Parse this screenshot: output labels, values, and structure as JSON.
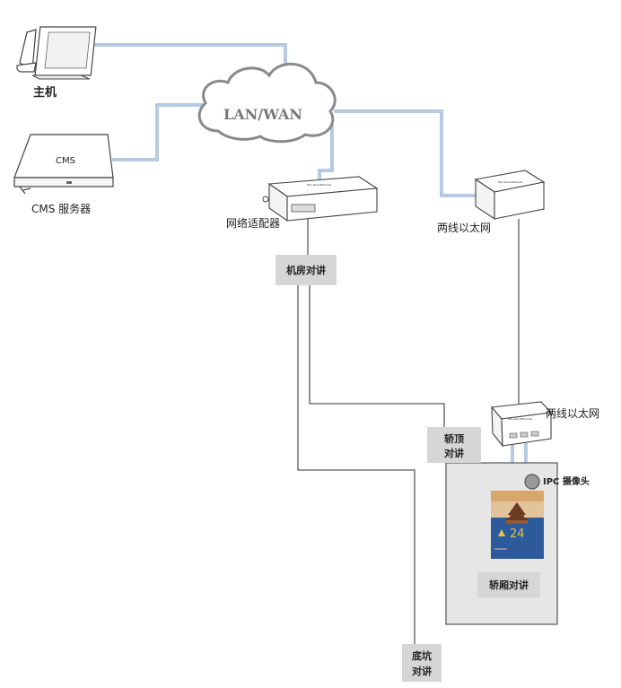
{
  "nodes": {
    "host": {
      "label": "主机"
    },
    "cms": {
      "label": "CMS 服务器",
      "device_text": "CMS"
    },
    "cloud": {
      "label": "LAN/WAN"
    },
    "adapter": {
      "label": "网络适配器",
      "device_text": "Two-wire Ethernet"
    },
    "ethernet_top": {
      "label": "两线以太网",
      "device_text": "Two-wire Ethernet"
    },
    "ethernet_bottom": {
      "label": "两线以太网",
      "device_text": "Two-wire Ethernet"
    },
    "machine_room": {
      "label": "机房对讲"
    },
    "car_top": {
      "label_line1": "轿顶",
      "label_line2": "对讲"
    },
    "ipc_camera": {
      "label": "IPC 摄像头"
    },
    "car_intercom": {
      "label": "轿厢对讲"
    },
    "pit": {
      "label_line1": "底坑",
      "label_line2": "对讲"
    },
    "screen": {
      "floor_number": "24"
    }
  },
  "colors": {
    "network_link": "#6f94c8",
    "cable": "#555555",
    "label_box": "#d6d6d6",
    "car_box": "#e6e6e6",
    "cloud_stroke": "#8a8a8a"
  }
}
